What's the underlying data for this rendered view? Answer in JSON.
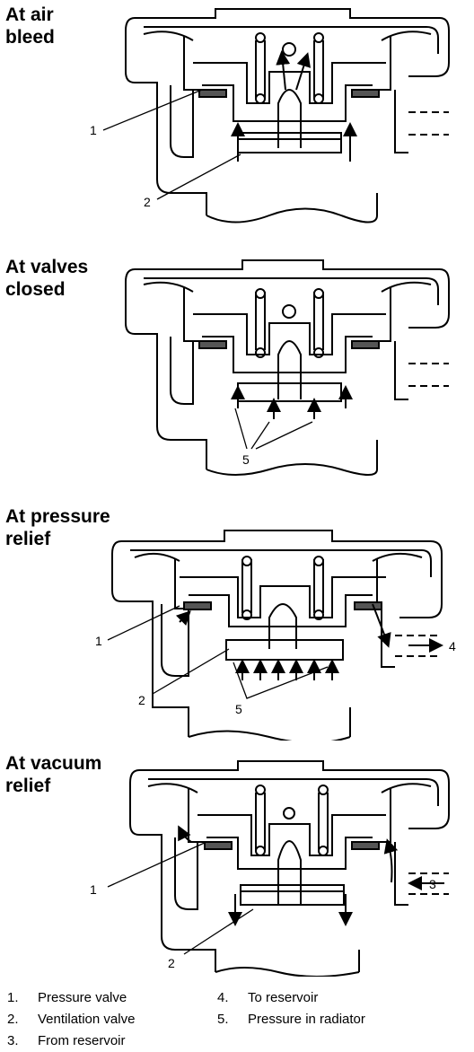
{
  "panels": [
    {
      "title_line1": "At air",
      "title_line2": "bleed",
      "callouts": [
        "1",
        "2"
      ]
    },
    {
      "title_line1": "At valves",
      "title_line2": "closed",
      "callouts": [
        "5"
      ]
    },
    {
      "title_line1": "At pressure",
      "title_line2": "relief",
      "callouts": [
        "1",
        "2",
        "5",
        "4"
      ]
    },
    {
      "title_line1": "At vacuum",
      "title_line2": "relief",
      "callouts": [
        "1",
        "2",
        "3"
      ]
    }
  ],
  "legend": [
    {
      "num": "1.",
      "text": "Pressure valve"
    },
    {
      "num": "2.",
      "text": "Ventilation valve"
    },
    {
      "num": "3.",
      "text": "From reservoir"
    },
    {
      "num": "4.",
      "text": "To reservoir"
    },
    {
      "num": "5.",
      "text": "Pressure in radiator"
    }
  ]
}
